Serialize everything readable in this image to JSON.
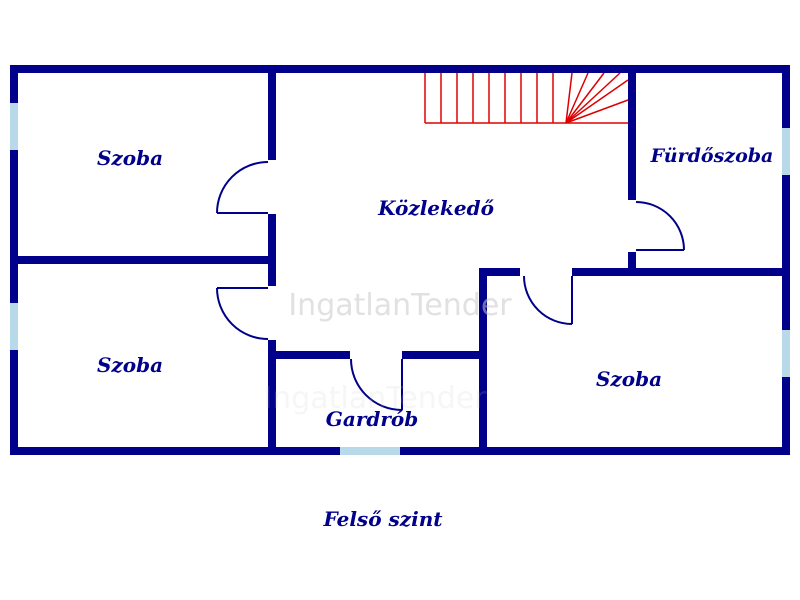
{
  "plan": {
    "title": "Felső szint",
    "watermark": "IngatlanTender",
    "rooms": {
      "room_top_left": "Szoba",
      "room_bottom_left": "Szoba",
      "hallway": "Közlekedő",
      "bathroom": "Fürdőszoba",
      "room_bottom_right": "Szoba",
      "wardrobe": "Gardrób"
    },
    "colors": {
      "wall": "#00008b",
      "window": "#b7d9ea",
      "stairs": "#dd0000",
      "label": "#00008b",
      "watermark": "#c9c9c9"
    }
  }
}
